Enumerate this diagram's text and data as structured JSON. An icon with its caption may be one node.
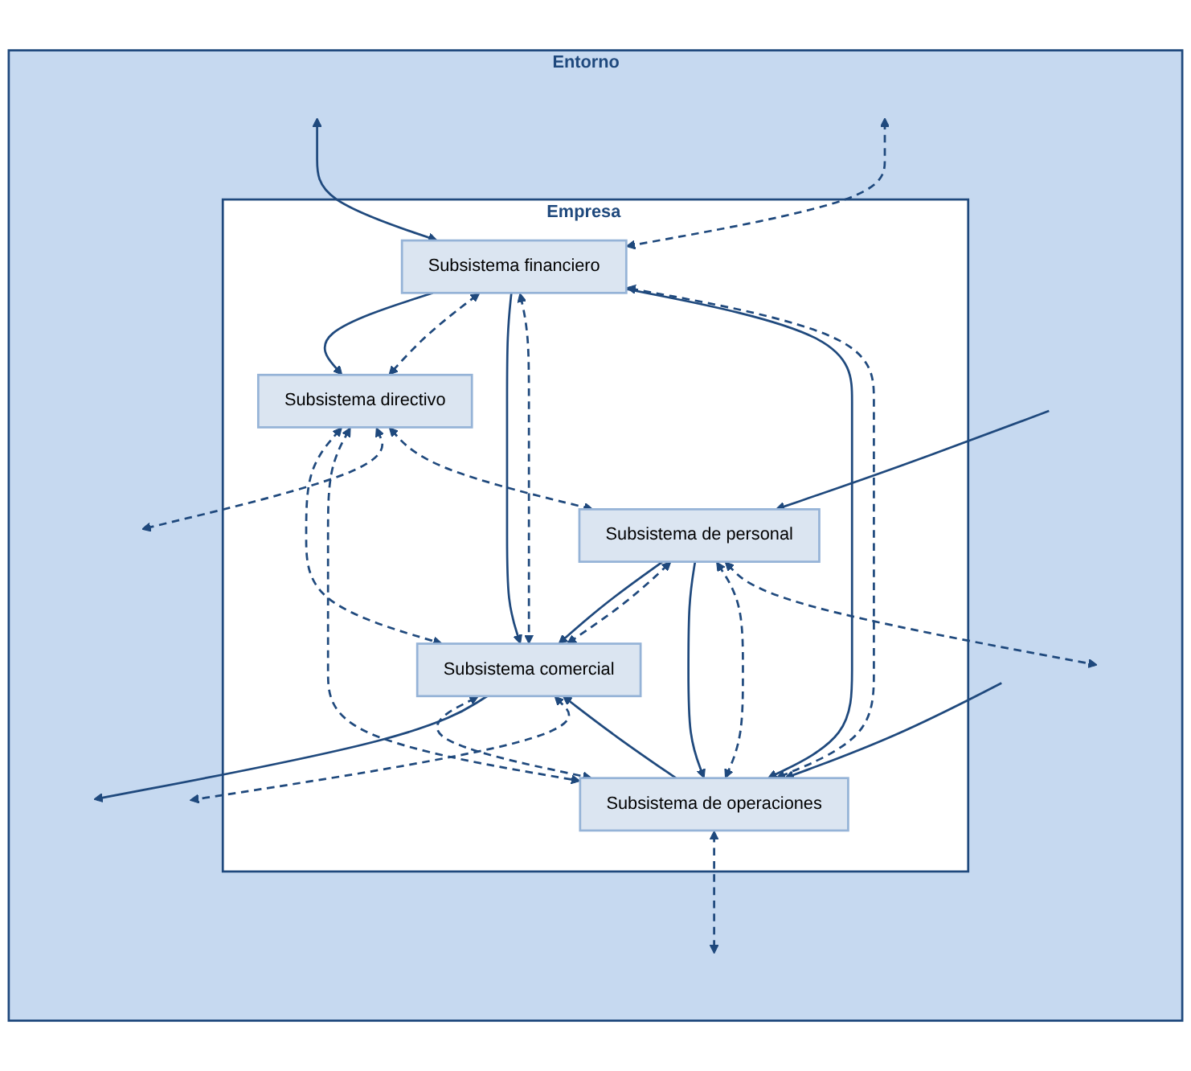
{
  "diagram": {
    "nodes": [
      {
        "text": [
          "Entorno"
        ]
      },
      {
        "text": [
          "Empresa"
        ],
        "in": 0
      },
      {
        "text": [
          "Subsistema financiero"
        ],
        "in": 1
      },
      {
        "text": [
          "Subsistema directivo"
        ],
        "in": 1
      },
      {
        "text": [
          "Subsistema comercial"
        ],
        "in": 1
      },
      {
        "text": [
          "Subsistema de operaciones"
        ],
        "in": 1
      },
      {
        "text": [
          "Subsistema de personal"
        ],
        "in": 1
      }
    ],
    "edges": [
      {
        "from": null,
        "to": 2,
        "arrow": "both"
      },
      {
        "from": null,
        "to": 2,
        "arrow": "both",
        "style": "dashed"
      },
      {
        "from": 2,
        "to": 3,
        "arrow": "to"
      },
      {
        "from": 2,
        "to": 3,
        "arrow": "both",
        "style": "dashed"
      },
      {
        "from": 2,
        "to": 4,
        "arrow": "to"
      },
      {
        "from": 2,
        "to": 4,
        "arrow": "both",
        "style": "dashed"
      },
      {
        "from": 2,
        "to": 5,
        "arrow": "to"
      },
      {
        "from": 2,
        "to": 5,
        "arrow": "both",
        "style": "dashed"
      },
      {
        "from": 3,
        "to": 4,
        "arrow": "both",
        "style": "dashed"
      },
      {
        "from": 3,
        "to": 5,
        "arrow": "both",
        "style": "dashed"
      },
      {
        "from": 3,
        "to": null,
        "arrow": "both",
        "style": "dashed"
      },
      {
        "from": 3,
        "to": 6,
        "arrow": "both",
        "style": "dashed"
      },
      {
        "from": 5,
        "to": 4,
        "arrow": "to"
      },
      {
        "from": 4,
        "to": 5,
        "arrow": "both",
        "style": "dashed"
      },
      {
        "from": 4,
        "to": null,
        "arrow": "to"
      },
      {
        "from": 4,
        "to": null,
        "arrow": "both",
        "style": "dashed"
      },
      {
        "from": null,
        "to": 5,
        "arrow": "to"
      },
      {
        "from": 5,
        "to": null,
        "arrow": "both",
        "style": "dashed"
      },
      {
        "from": 6,
        "to": 4,
        "arrow": "to"
      },
      {
        "from": 6,
        "to": 4,
        "arrow": "both",
        "style": "dashed"
      },
      {
        "from": 6,
        "to": 5,
        "arrow": "to"
      },
      {
        "from": 6,
        "to": 5,
        "arrow": "both",
        "style": "dashed"
      },
      {
        "from": null,
        "to": 6,
        "arrow": "to"
      },
      {
        "from": 6,
        "to": null,
        "arrow": "both",
        "style": "dashed"
      }
    ]
  }
}
